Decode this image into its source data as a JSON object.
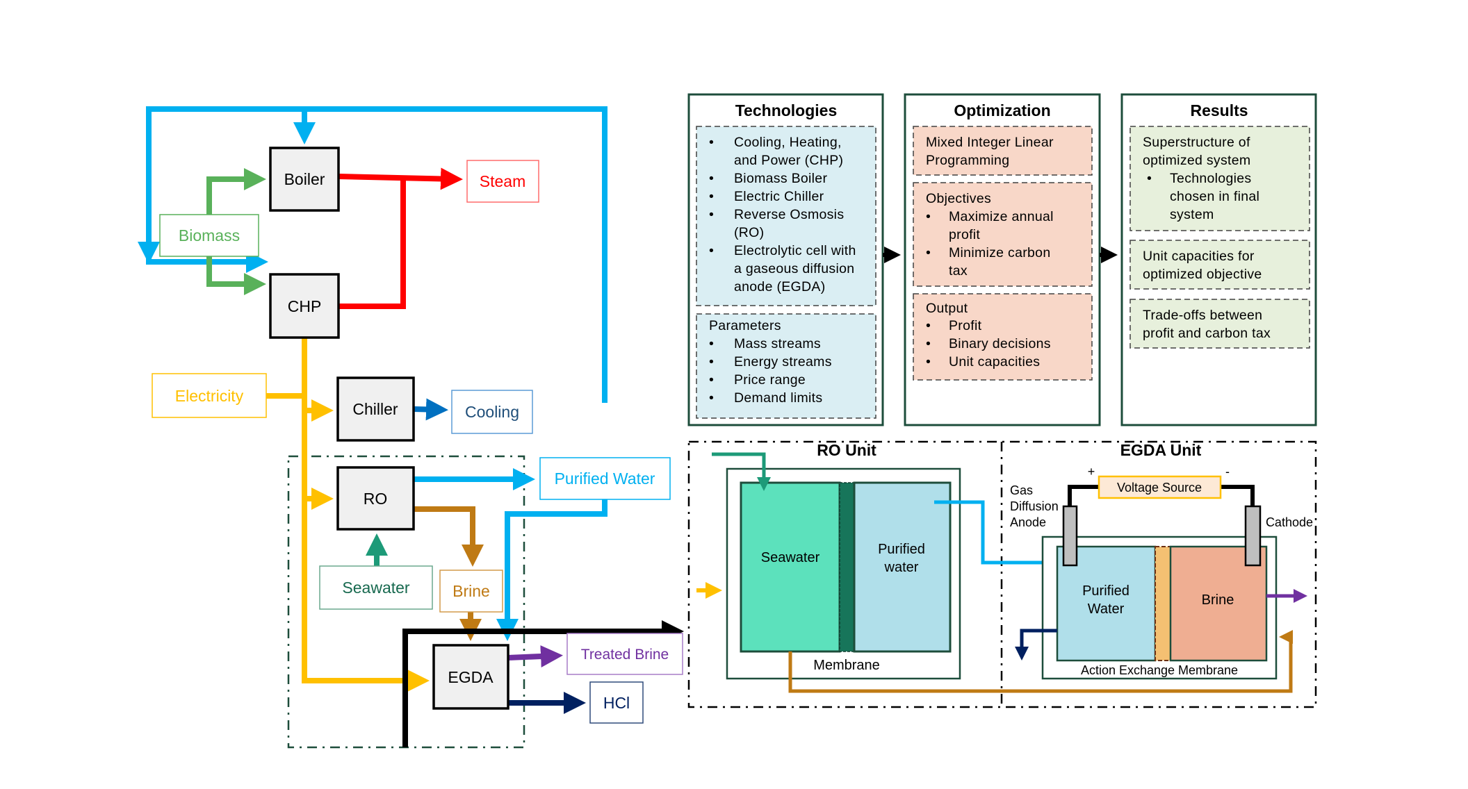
{
  "colors": {
    "water_blue": "#00b0f0",
    "steam_red": "#ff0000",
    "biomass_green": "#59b15a",
    "electricity_yellow": "#ffc000",
    "cooling_blue": "#0070c0",
    "seawater_teal": "#1d9a78",
    "brine_brown": "#bf7a14",
    "treated_brine_purple": "#7030a0",
    "hcl_navy": "#002060",
    "panel_border": "#1d4d3b",
    "tech_fill": "#daeef3",
    "opt_fill": "#f8d7c8",
    "results_fill": "#e7f0dc",
    "unit_fill": "#f0f0f0"
  },
  "flowsheet": {
    "units": {
      "boiler": "Boiler",
      "chp": "CHP",
      "chiller": "Chiller",
      "ro": "RO",
      "egda": "EGDA"
    },
    "streams": {
      "biomass": "Biomass",
      "steam": "Steam",
      "electricity": "Electricity",
      "cooling": "Cooling",
      "purified_water": "Purified Water",
      "seawater": "Seawater",
      "brine": "Brine",
      "treated_brine": "Treated Brine",
      "hcl": "HCl"
    }
  },
  "panels": {
    "technologies": {
      "title": "Technologies",
      "technology_items": [
        [
          "Cooling, Heating,",
          "and Power (CHP)"
        ],
        [
          "Biomass Boiler"
        ],
        [
          "Electric Chiller"
        ],
        [
          "Reverse Osmosis",
          "(RO)"
        ],
        [
          "Electrolytic cell with",
          "a gaseous diffusion",
          "anode (EGDA)"
        ]
      ],
      "parameters_heading": "Parameters",
      "parameter_items": [
        "Mass streams",
        "Energy streams",
        "Price range",
        "Demand limits"
      ]
    },
    "optimization": {
      "title": "Optimization",
      "method": [
        "Mixed Integer Linear",
        "Programming"
      ],
      "objectives_heading": "Objectives",
      "objective_items": [
        [
          "Maximize annual",
          "profit"
        ],
        [
          "Minimize carbon",
          "tax"
        ]
      ],
      "output_heading": "Output",
      "output_items": [
        "Profit",
        "Binary decisions",
        "Unit capacities"
      ]
    },
    "results": {
      "title": "Results",
      "superstructure": [
        "Superstructure of",
        "optimized system"
      ],
      "superstructure_items": [
        [
          "Technologies",
          "chosen in final",
          "system"
        ]
      ],
      "capacities": [
        "Unit capacities for",
        "optimized objective"
      ],
      "tradeoffs": [
        "Trade-offs between",
        "profit and carbon tax"
      ]
    }
  },
  "ro_unit": {
    "title": "RO Unit",
    "seawater_label": "Seawater",
    "purified_label": [
      "Purified",
      "water"
    ],
    "membrane_label": "Membrane"
  },
  "egda_unit": {
    "title": "EGDA Unit",
    "voltage_source": "Voltage Source",
    "plus": "+",
    "minus": "-",
    "anode_label": [
      "Gas",
      "Diffusion",
      "Anode"
    ],
    "cathode_label": "Cathode",
    "purified_label": [
      "Purified",
      "Water"
    ],
    "brine_label": "Brine",
    "membrane_label": "Action Exchange Membrane"
  }
}
